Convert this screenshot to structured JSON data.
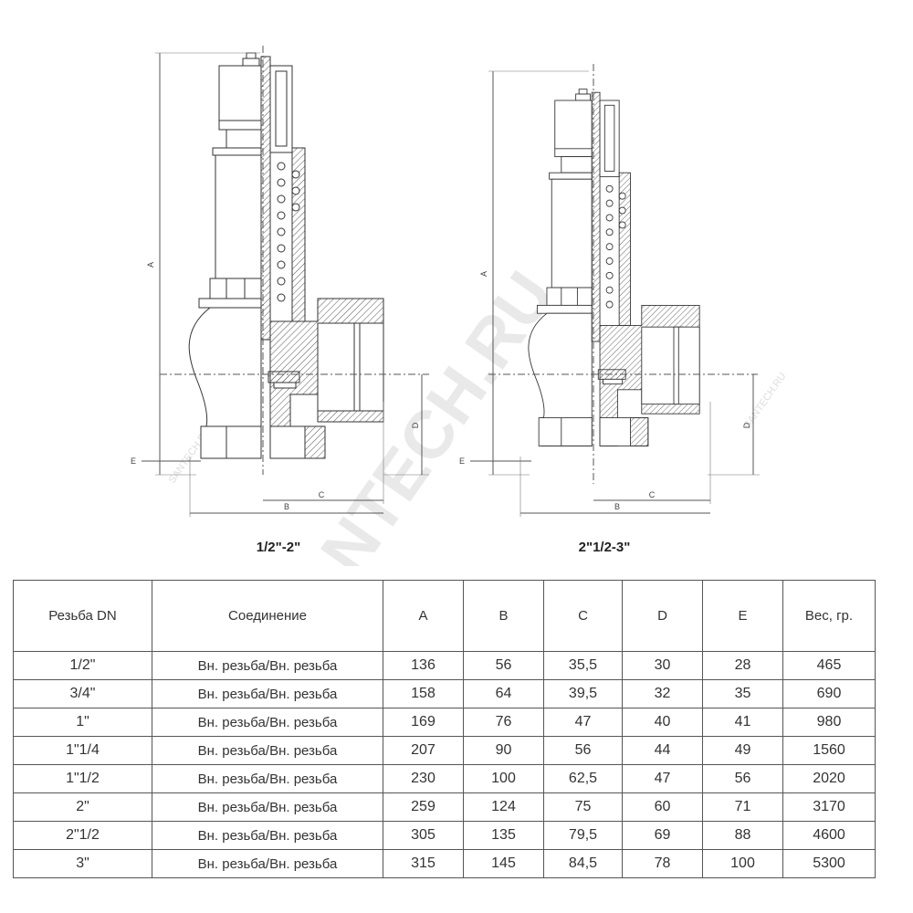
{
  "drawings": {
    "left_caption": "1/2\"-2\"",
    "right_caption": "2\"1/2-3\"",
    "dimension_labels": {
      "a": "A",
      "b": "B",
      "c": "C",
      "d": "D",
      "e": "E"
    }
  },
  "watermark": {
    "main": "SANTECH.RU",
    "small": "SANTECH.RU"
  },
  "table": {
    "headers": [
      "Резьба DN",
      "Соединение",
      "A",
      "B",
      "C",
      "D",
      "E",
      "Вес, гр."
    ],
    "rows": [
      [
        "1/2\"",
        "Вн. резьба/Вн. резьба",
        "136",
        "56",
        "35,5",
        "30",
        "28",
        "465"
      ],
      [
        "3/4\"",
        "Вн. резьба/Вн. резьба",
        "158",
        "64",
        "39,5",
        "32",
        "35",
        "690"
      ],
      [
        "1\"",
        "Вн. резьба/Вн. резьба",
        "169",
        "76",
        "47",
        "40",
        "41",
        "980"
      ],
      [
        "1\"1/4",
        "Вн. резьба/Вн. резьба",
        "207",
        "90",
        "56",
        "44",
        "49",
        "1560"
      ],
      [
        "1\"1/2",
        "Вн. резьба/Вн. резьба",
        "230",
        "100",
        "62,5",
        "47",
        "56",
        "2020"
      ],
      [
        "2\"",
        "Вн. резьба/Вн. резьба",
        "259",
        "124",
        "75",
        "60",
        "71",
        "3170"
      ],
      [
        "2\"1/2",
        "Вн. резьба/Вн. резьба",
        "305",
        "135",
        "79,5",
        "69",
        "88",
        "4600"
      ],
      [
        "3\"",
        "Вн. резьба/Вн. резьба",
        "315",
        "145",
        "84,5",
        "78",
        "100",
        "5300"
      ]
    ]
  }
}
